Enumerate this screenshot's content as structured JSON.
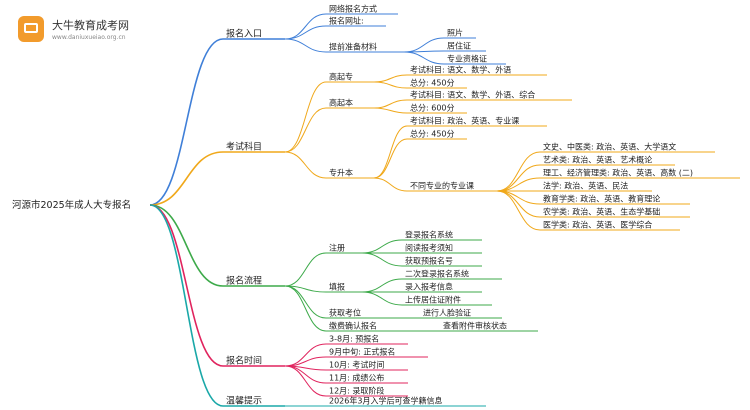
{
  "logo": {
    "title": "大牛教育成考网",
    "url": "www.daniuxueiao.org.cn"
  },
  "root": "河源市2025年成人大专报名",
  "nodes": [
    {
      "id": "b1",
      "text": "报名入口",
      "color": "#3f7fd8"
    },
    {
      "id": "b1c1",
      "text": "网络报名方式",
      "color": "#3f7fd8"
    },
    {
      "id": "b1c2",
      "text": "报名网址:",
      "color": "#3f7fd8"
    },
    {
      "id": "b1c3",
      "text": "提前准备材料",
      "color": "#3f7fd8"
    },
    {
      "id": "b1c3a",
      "text": "照片",
      "color": "#3f7fd8"
    },
    {
      "id": "b1c3b",
      "text": "居住证",
      "color": "#3f7fd8"
    },
    {
      "id": "b1c3c",
      "text": "专业资格证",
      "color": "#3f7fd8"
    },
    {
      "id": "b2",
      "text": "考试科目",
      "color": "#f0a81a"
    },
    {
      "id": "b2c1",
      "text": "高起专",
      "color": "#f0a81a"
    },
    {
      "id": "b2c1a",
      "text": "考试科目: 语文、数学、外语",
      "color": "#f0a81a"
    },
    {
      "id": "b2c1b",
      "text": "总分: 450分",
      "color": "#f0a81a"
    },
    {
      "id": "b2c2",
      "text": "高起本",
      "color": "#f0a81a"
    },
    {
      "id": "b2c2a",
      "text": "考试科目: 语文、数学、外语、综合",
      "color": "#f0a81a"
    },
    {
      "id": "b2c2b",
      "text": "总分: 600分",
      "color": "#f0a81a"
    },
    {
      "id": "b2c3",
      "text": "专升本",
      "color": "#f0a81a"
    },
    {
      "id": "b2c3a",
      "text": "考试科目: 政治、英语、专业课",
      "color": "#f0a81a"
    },
    {
      "id": "b2c3b",
      "text": "总分: 450分",
      "color": "#f0a81a"
    },
    {
      "id": "b2c3c",
      "text": "不同专业的专业课",
      "color": "#f0a81a"
    },
    {
      "id": "b2c3c1",
      "text": "文史、中医类: 政治、英语、大学语文",
      "color": "#f0a81a"
    },
    {
      "id": "b2c3c2",
      "text": "艺术类: 政治、英语、艺术概论",
      "color": "#f0a81a"
    },
    {
      "id": "b2c3c3",
      "text": "理工、经济管理类: 政治、英语、高数 (二)",
      "color": "#f0a81a"
    },
    {
      "id": "b2c3c4",
      "text": "法学: 政治、英语、民法",
      "color": "#f0a81a"
    },
    {
      "id": "b2c3c5",
      "text": "教育学类: 政治、英语、教育理论",
      "color": "#f0a81a"
    },
    {
      "id": "b2c3c6",
      "text": "农学类: 政治、英语、生态学基础",
      "color": "#f0a81a"
    },
    {
      "id": "b2c3c7",
      "text": "医学类: 政治、英语、医学综合",
      "color": "#f0a81a"
    },
    {
      "id": "b3",
      "text": "报名流程",
      "color": "#3daa4a"
    },
    {
      "id": "b3c1",
      "text": "注册",
      "color": "#3daa4a"
    },
    {
      "id": "b3c1a",
      "text": "登录报名系统",
      "color": "#3daa4a"
    },
    {
      "id": "b3c1b",
      "text": "阅读报考须知",
      "color": "#3daa4a"
    },
    {
      "id": "b3c1c",
      "text": "获取预报名号",
      "color": "#3daa4a"
    },
    {
      "id": "b3c2",
      "text": "填报",
      "color": "#3daa4a"
    },
    {
      "id": "b3c2a",
      "text": "二次登录报名系统",
      "color": "#3daa4a"
    },
    {
      "id": "b3c2b",
      "text": "录入报考信息",
      "color": "#3daa4a"
    },
    {
      "id": "b3c2c",
      "text": "上传居住证附件",
      "color": "#3daa4a"
    },
    {
      "id": "b3c3",
      "text": "获取考位",
      "color": "#3daa4a"
    },
    {
      "id": "b3c3a",
      "text": "进行人脸验证",
      "color": "#3daa4a"
    },
    {
      "id": "b3c4",
      "text": "缴费确认报名",
      "color": "#3daa4a"
    },
    {
      "id": "b3c4a",
      "text": "查看附件审核状态",
      "color": "#3daa4a"
    },
    {
      "id": "b4",
      "text": "报名时间",
      "color": "#e0245e"
    },
    {
      "id": "b4c1",
      "text": "3-8月: 预报名",
      "color": "#e0245e"
    },
    {
      "id": "b4c2",
      "text": "9月中旬: 正式报名",
      "color": "#e0245e"
    },
    {
      "id": "b4c3",
      "text": "10月: 考试时间",
      "color": "#e0245e"
    },
    {
      "id": "b4c4",
      "text": "11月: 成绩公布",
      "color": "#e0245e"
    },
    {
      "id": "b4c5",
      "text": "12月: 录取阶段",
      "color": "#e0245e"
    },
    {
      "id": "b5",
      "text": "温馨提示",
      "color": "#1aa8a8"
    },
    {
      "id": "b5c1",
      "text": "2026年3月入学后可查学籍信息",
      "color": "#1aa8a8"
    }
  ]
}
